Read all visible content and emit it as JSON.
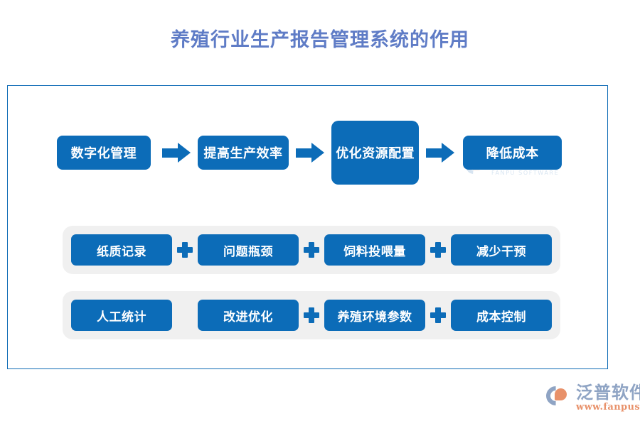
{
  "title": "养殖行业生产报告管理系统的作用",
  "colors": {
    "title": "#5f7cc6",
    "box_blue": "#0c6cb8",
    "panel_gray": "#f0f0f0",
    "frame_border": "#0f6cb6",
    "logo_blue": "#8fa4c4",
    "logo_orange": "#e8916a"
  },
  "flow": {
    "boxes": [
      {
        "label": "数字化管理"
      },
      {
        "label": "提高生产效率"
      },
      {
        "label": "优化资源配置"
      },
      {
        "label": "降低成本"
      }
    ]
  },
  "panels": [
    {
      "tags": [
        {
          "label": "纸质记录"
        },
        {
          "label": "问题瓶颈"
        },
        {
          "label": "饲料投喂量"
        },
        {
          "label": "减少干预"
        }
      ],
      "separators": [
        "+",
        "+",
        "+"
      ]
    },
    {
      "tags": [
        {
          "label": "人工统计"
        },
        {
          "label": "改进优化"
        },
        {
          "label": "养殖环境参数"
        },
        {
          "label": "成本控制"
        }
      ],
      "separators": [
        "",
        "+",
        "+"
      ]
    }
  ],
  "watermark": {
    "cn": "泛普软件",
    "en": "FANPU SOFTWARE"
  },
  "logo": {
    "cn": "泛普软件",
    "url": "www.fanpusoft.com"
  }
}
